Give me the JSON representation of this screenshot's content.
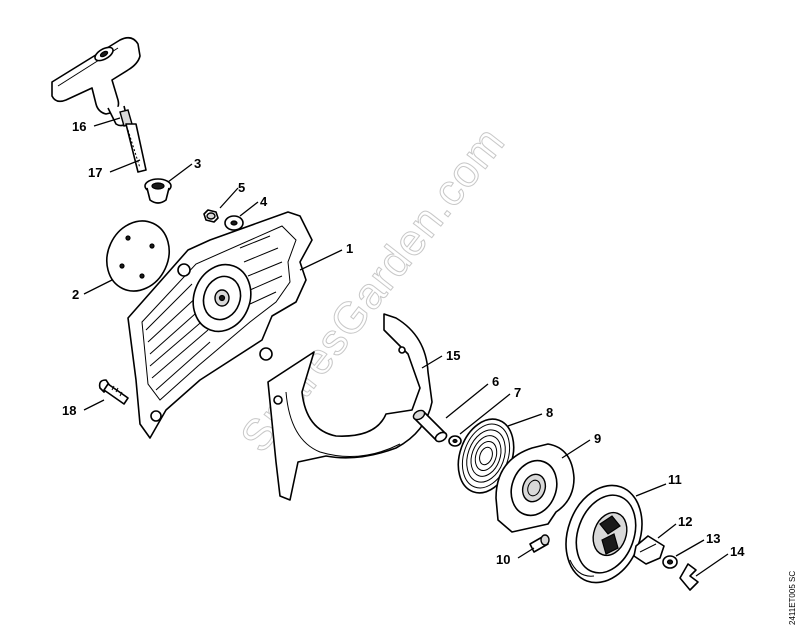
{
  "watermark": "SparesGarden.com",
  "drawing_ref": "2411ET005 SC",
  "callouts": {
    "p1": "1",
    "p2": "2",
    "p3": "3",
    "p4": "4",
    "p5": "5",
    "p6": "6",
    "p7": "7",
    "p8": "8",
    "p9": "9",
    "p10": "10",
    "p11": "11",
    "p12": "12",
    "p13": "13",
    "p14": "14",
    "p15": "15",
    "p16": "16",
    "p17": "17",
    "p18": "18"
  }
}
